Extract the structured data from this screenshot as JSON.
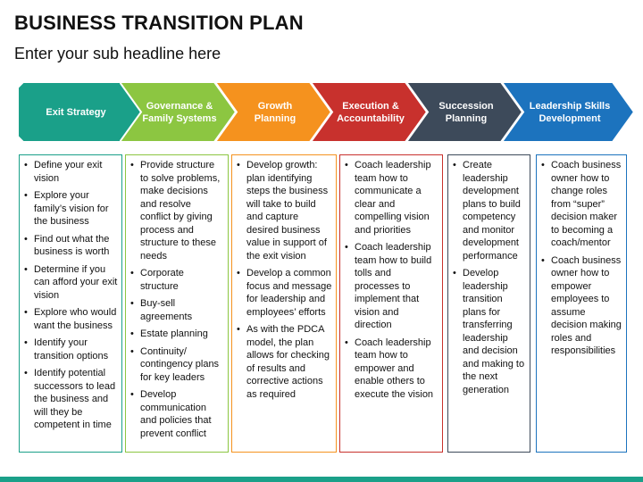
{
  "header": {
    "title": "BUSINESS TRANSITION PLAN",
    "subtitle": "Enter your sub headline here"
  },
  "theme": {
    "colors": [
      "#1aa089",
      "#8cc641",
      "#f5921e",
      "#c8312d",
      "#3d4a5a",
      "#1c73be"
    ],
    "footer_color": "#1aa089"
  },
  "steps": [
    {
      "label": "Exit Strategy",
      "color": "#1aa089",
      "items": [
        "Define your exit vision",
        "Explore your family’s vision for the business",
        "Find out what the business is worth",
        "Determine if you can afford your exit vision",
        "Explore who would want the business",
        "Identify your transition options",
        "Identify potential successors to lead the business and will they be competent in time"
      ]
    },
    {
      "label": "Governance &\nFamily Systems",
      "color": "#8cc641",
      "items": [
        "Provide structure to solve problems, make decisions and resolve conflict by giving process and structure to these needs",
        "Corporate structure",
        "Buy-sell agreements",
        "Estate planning",
        "Continuity/ contingency plans for key leaders",
        "Develop communication and policies that prevent conflict"
      ]
    },
    {
      "label": "Growth\nPlanning",
      "color": "#f5921e",
      "items": [
        "Develop growth: plan identifying steps the business will take to build and capture desired business value in support of the exit vision",
        "Develop a common focus and message for leadership and employees’ efforts",
        "As with the PDCA model, the plan allows for checking of results and corrective actions as required"
      ]
    },
    {
      "label": "Execution &\nAccountability",
      "color": "#c8312d",
      "items": [
        "Coach leadership team how to communicate a clear and compelling vision and priorities",
        "Coach leadership team how to build tolls and processes to implement that vision and direction",
        "Coach leadership team how to empower and enable others to execute the vision"
      ]
    },
    {
      "label": "Succession\nPlanning",
      "color": "#3d4a5a",
      "items": [
        "Create leadership development plans to build competency and monitor development performance",
        "Develop leadership transition plans for transferring leadership and decision and making to the next generation"
      ]
    },
    {
      "label": "Leadership Skills\nDevelopment",
      "color": "#1c73be",
      "items": [
        "Coach business owner how to change roles from “super” decision maker to becoming a coach/mentor",
        "Coach business owner how to empower employees to assume decision making roles and responsibilities"
      ]
    }
  ]
}
